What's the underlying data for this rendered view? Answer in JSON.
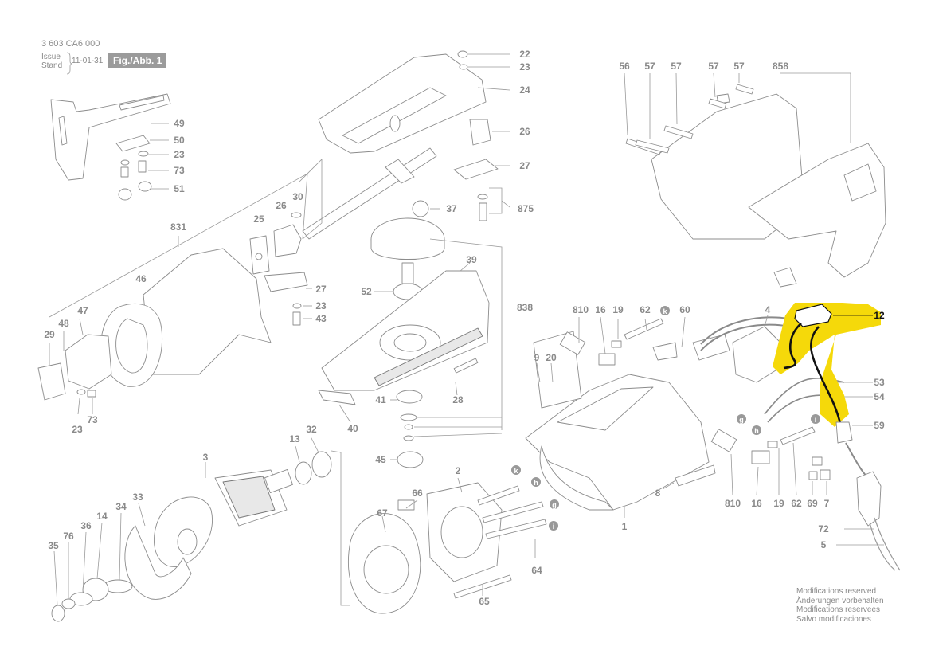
{
  "header": {
    "doc_number": "3 603 CA6 000",
    "issue_label": "Issue",
    "stand_label": "Stand",
    "issue_date": "11-01-31",
    "figure_title": "Fig./Abb. 1"
  },
  "notice": [
    "Modifications reserved",
    "Änderungen vorbehalten",
    "Modifications reservees",
    "Salvo modificaciones"
  ],
  "highlight_color": "#f5d90a",
  "highlighted_part": "12",
  "labels": {
    "p22": "22",
    "p23a": "23",
    "p24": "24",
    "p26a": "26",
    "p27a": "27",
    "p875": "875",
    "p37": "37",
    "p49": "49",
    "p50": "50",
    "p23b": "23",
    "p73a": "73",
    "p51": "51",
    "p30": "30",
    "p25": "25",
    "p26b": "26",
    "p831": "831",
    "p27b": "27",
    "p23c": "23",
    "p43": "43",
    "p46": "46",
    "p47": "47",
    "p29": "29",
    "p48": "48",
    "p23d": "23",
    "p73b": "73",
    "p52": "52",
    "p39": "39",
    "p838": "838",
    "p41": "41",
    "p28": "28",
    "p40": "40",
    "p45": "45",
    "p3": "3",
    "p13": "13",
    "p32": "32",
    "p33": "33",
    "p34": "34",
    "p14": "14",
    "p36": "36",
    "p76": "76",
    "p35": "35",
    "p2": "2",
    "p66": "66",
    "p67": "67",
    "p65": "65",
    "p64": "64",
    "p56": "56",
    "p57a": "57",
    "p57b": "57",
    "p57c": "57",
    "p57d": "57",
    "p858": "858",
    "p810a": "810",
    "p16a": "16",
    "p19a": "19",
    "p62a": "62",
    "p60": "60",
    "p4": "4",
    "p12": "12",
    "p9": "9",
    "p20": "20",
    "p53": "53",
    "p54": "54",
    "p59": "59",
    "p810b": "810",
    "p16b": "16",
    "p19b": "19",
    "p62b": "62",
    "p69": "69",
    "p7": "7",
    "p8": "8",
    "p1": "1",
    "p72": "72",
    "p5": "5"
  },
  "callouts": {
    "k1": "k",
    "k2": "k",
    "h1": "h",
    "h2": "h",
    "g1": "g",
    "g2": "g",
    "i1": "i",
    "i2": "i"
  }
}
